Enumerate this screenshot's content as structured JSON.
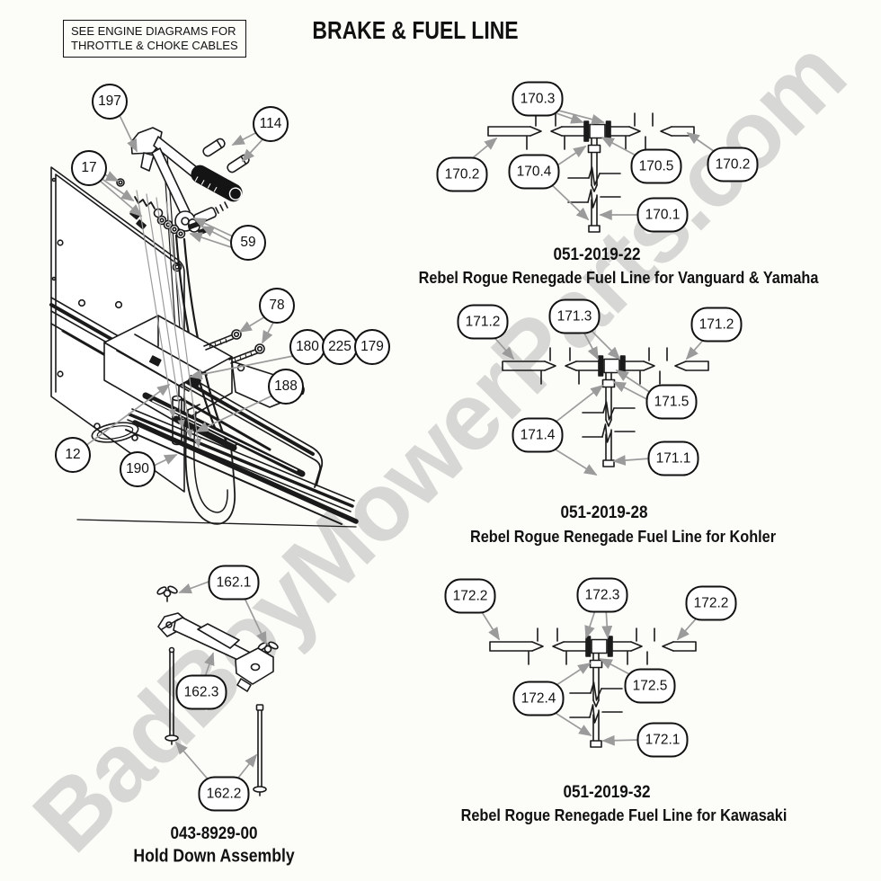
{
  "page": {
    "title": "BRAKE & FUEL LINE",
    "note_line1": "SEE ENGINE DIAGRAMS FOR",
    "note_line2": "THROTTLE & CHOKE CABLES",
    "watermark": "BadBoyMowerParts.com"
  },
  "colors": {
    "line": "#1a1a1a",
    "leader_arrow": "#9b9b9b",
    "watermark": "#d7d7d5",
    "background": "#fcfcf9",
    "bubble_fill": "#ffffff"
  },
  "brake_assembly": {
    "callouts": [
      "197",
      "114",
      "17",
      "59",
      "78",
      "180",
      "225",
      "179",
      "188",
      "12",
      "190"
    ]
  },
  "fuel_line_vanguard": {
    "part_number": "051-2019-22",
    "caption": "Rebel Rogue Renegade Fuel Line for Vanguard & Yamaha",
    "callouts": [
      "170.3",
      "170.2",
      "170.4",
      "170.5",
      "170.2",
      "170.1"
    ]
  },
  "fuel_line_kohler": {
    "part_number": "051-2019-28",
    "caption": "Rebel Rogue Renegade Fuel Line for Kohler",
    "callouts": [
      "171.2",
      "171.3",
      "171.2",
      "171.5",
      "171.4",
      "171.1"
    ]
  },
  "fuel_line_kawasaki": {
    "part_number": "051-2019-32",
    "caption": "Rebel Rogue Renegade Fuel Line for Kawasaki",
    "callouts": [
      "172.2",
      "172.3",
      "172.2",
      "172.5",
      "172.4",
      "172.1"
    ]
  },
  "hold_down": {
    "part_number": "043-8929-00",
    "caption": "Hold Down Assembly",
    "callouts": [
      "162.1",
      "162.3",
      "162.2"
    ]
  }
}
